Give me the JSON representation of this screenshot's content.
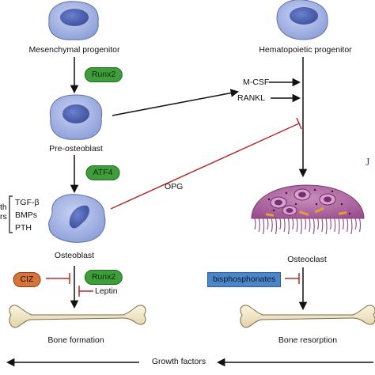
{
  "cells": {
    "mesenchymal_progenitor": "Mesenchymal progenitor",
    "hematopoietic_progenitor": "Hematopoietic progenitor",
    "pre_osteoblast": "Pre-osteoblast",
    "osteoblast": "Osteoblast",
    "osteoclast": "Osteoclast"
  },
  "factors": {
    "runx2_top": "Runx2",
    "atf4": "ATF4",
    "runx2_bottom": "Runx2",
    "ciz": "CIZ",
    "leptin": "Leptin",
    "mcsf": "M-CSF",
    "rankl": "RANKL",
    "opg": "OPG",
    "bisphosphonates": "bisphosphonates",
    "tgf_beta": "TGF-β",
    "bmps": "BMPs",
    "pth": "PTH",
    "growth_cut": "th",
    "factors_cut": "rs"
  },
  "processes": {
    "bone_formation": "Bone formation",
    "bone_resorption": "Bone resorption",
    "growth_factors": "Growth factors"
  },
  "corner_mark": "J",
  "colors": {
    "cell_fill": "#9fb1e3",
    "nucleus_fill": "#4b5fb0",
    "osteoclast_fill": "#b26aa6",
    "pill_green": "#3f9e3b",
    "pill_orange": "#d7743a",
    "box_blue": "#4d86c8",
    "inhibit_red": "#b22a2a",
    "bone_fill": "#f2e6c4"
  }
}
